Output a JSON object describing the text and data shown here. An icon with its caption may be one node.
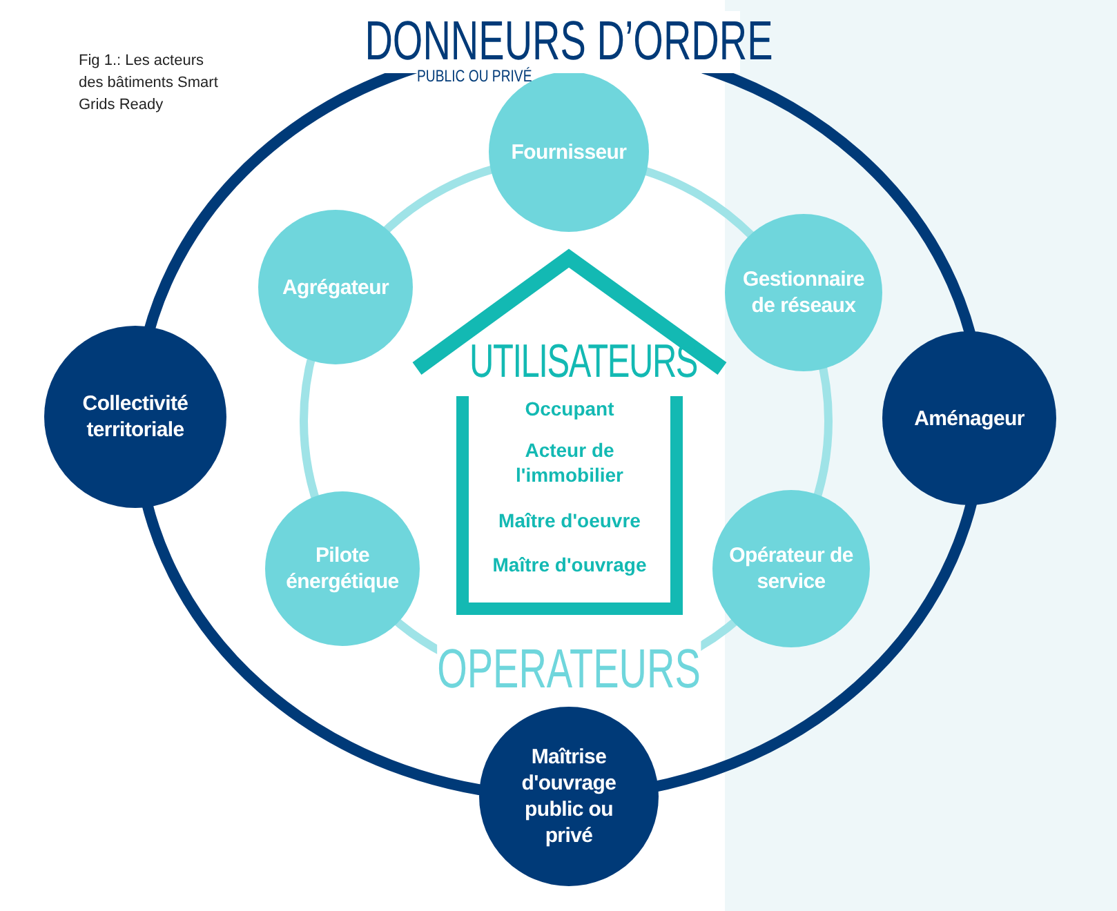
{
  "diagram": {
    "caption": "Fig 1.: Les acteurs des bâtiments Smart Grids Ready",
    "nodes": [
      {
        "text": [
          "Fournisseur"
        ]
      },
      {
        "text": [
          "Agrégateur"
        ]
      },
      {
        "text": [
          "Gestionnaire de réseaux"
        ]
      },
      {
        "text": [
          "Collectivité territoriale"
        ]
      },
      {
        "text": [
          "UTILISATEURS",
          "Occupant",
          "Acteur de l'immobilier",
          "Maître d'oeuvre",
          "Maître d'ouvrage"
        ]
      },
      {
        "text": [
          "Aménageur"
        ]
      },
      {
        "text": [
          "Pilote énergétique"
        ]
      },
      {
        "text": [
          "Opérateur de service"
        ]
      },
      {
        "text": [
          "Maîtrise d'ouvrage public ou privé"
        ]
      }
    ],
    "edges": [],
    "labels": [
      "DONNEURS D’ORDRE",
      "PUBLIC OU PRIVÉ",
      "OPERATEURS"
    ]
  }
}
